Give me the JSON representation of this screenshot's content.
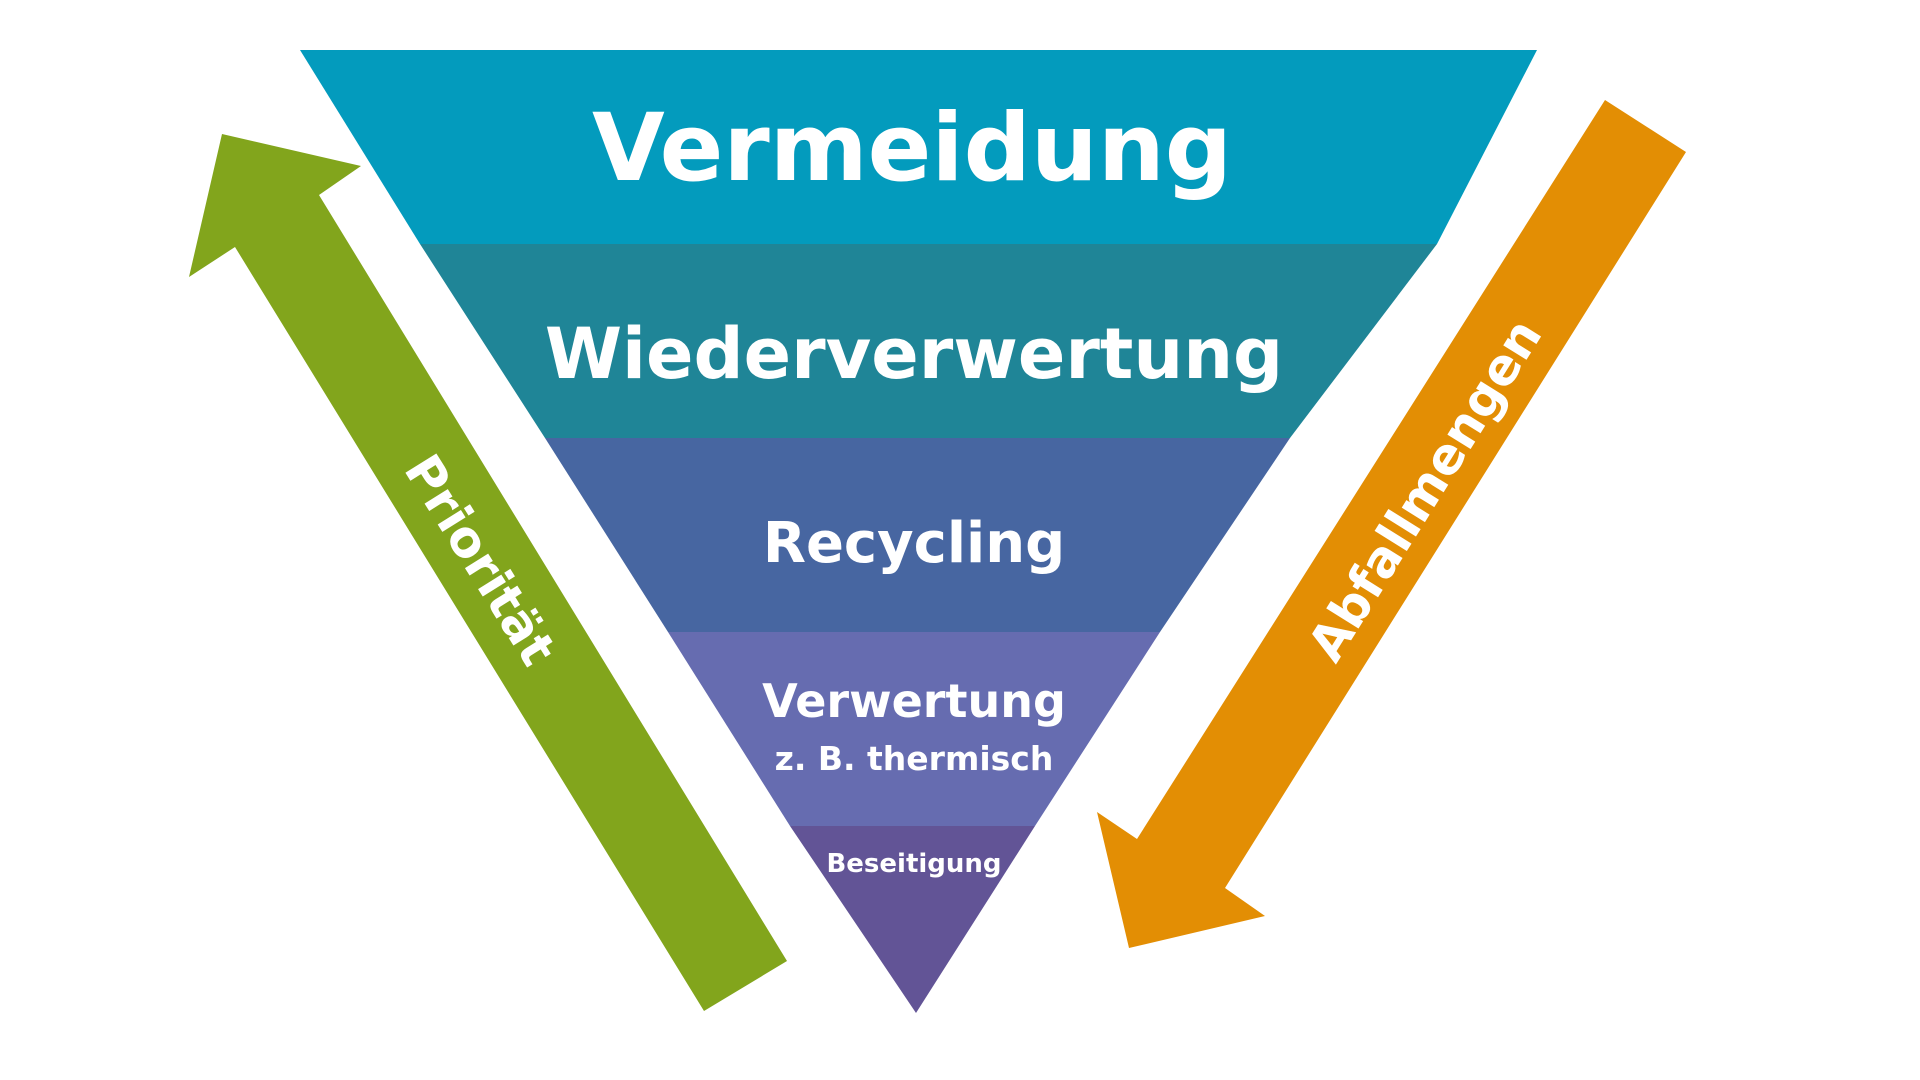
{
  "levels": [
    {
      "id": "vermeidung",
      "label": "Vermeidung",
      "color": "#039bbd"
    },
    {
      "id": "wiederverwertung",
      "label": "Wiederverwertung",
      "color": "#1f8597"
    },
    {
      "id": "recycling",
      "label": "Recycling",
      "color": "#4766a1"
    },
    {
      "id": "verwertung",
      "label": "Verwertung",
      "sublabel": "z. B. thermisch",
      "color": "#666cb0"
    },
    {
      "id": "beseitigung",
      "label": "Beseitigung",
      "color": "#625496"
    }
  ],
  "arrows": {
    "left": {
      "label": "Priorität",
      "color": "#82a51c"
    },
    "right": {
      "label": "Abfallmengen",
      "color": "#e38e04"
    }
  }
}
